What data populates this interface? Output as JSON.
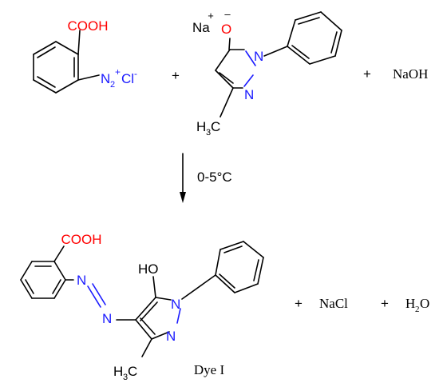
{
  "reactant1": {
    "acid": "COOH",
    "diazo_n": "N",
    "diazo_sub": "2",
    "diazo_plus": "+",
    "chloride": "Cl",
    "chloride_minus": "-"
  },
  "reactant2": {
    "sodium": "Na",
    "sodium_charge": "+",
    "oxygen": "O",
    "oxygen_charge": "–",
    "n1": "N",
    "n2": "N",
    "methyl_h": "H",
    "methyl_sub": "3",
    "methyl_c": "C"
  },
  "reagents": {
    "plus1": "+",
    "plus2": "+",
    "naoh": "NaOH"
  },
  "arrow": {
    "condition": "0-5°C"
  },
  "product": {
    "acid": "COOH",
    "azo_n1": "N",
    "azo_n2": "N",
    "hydroxyl": "HO",
    "n1": "N",
    "n2": "N",
    "methyl_h": "H",
    "methyl_sub": "3",
    "methyl_c": "C",
    "name": "Dye I"
  },
  "byproducts": {
    "plus1": "+",
    "nacl": "NaCl",
    "plus2": "+",
    "water_h": "H",
    "water_sub": "2",
    "water_o": "O"
  },
  "colors": {
    "oxygen_red": "#ff0000",
    "nitrogen_blue": "#1a1aff",
    "bond_black": "#000000"
  }
}
